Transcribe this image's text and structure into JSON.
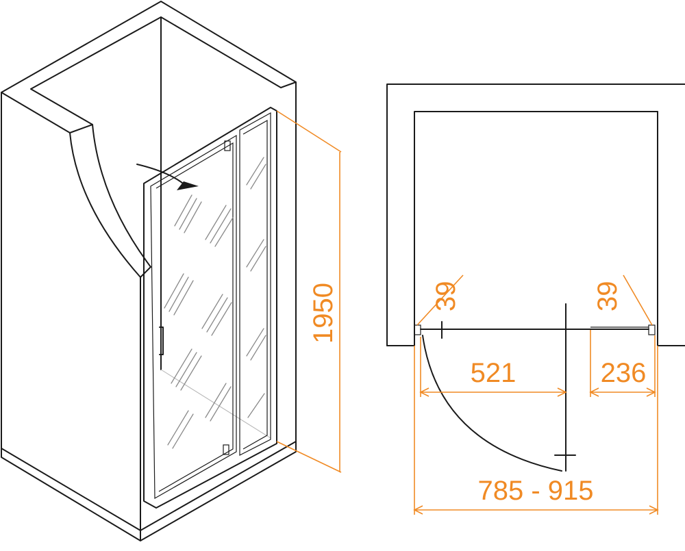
{
  "accent_color": "#f08a24",
  "line_color": "#1a1a1a",
  "dimensions": {
    "height": "1950",
    "profile_left": "39",
    "profile_right": "39",
    "door_width": "521",
    "fixed_panel_width": "236",
    "total_width": "785 - 915"
  },
  "icons": {
    "swing_arrow": "door-swing-arrow-icon",
    "handle": "door-handle-icon"
  }
}
